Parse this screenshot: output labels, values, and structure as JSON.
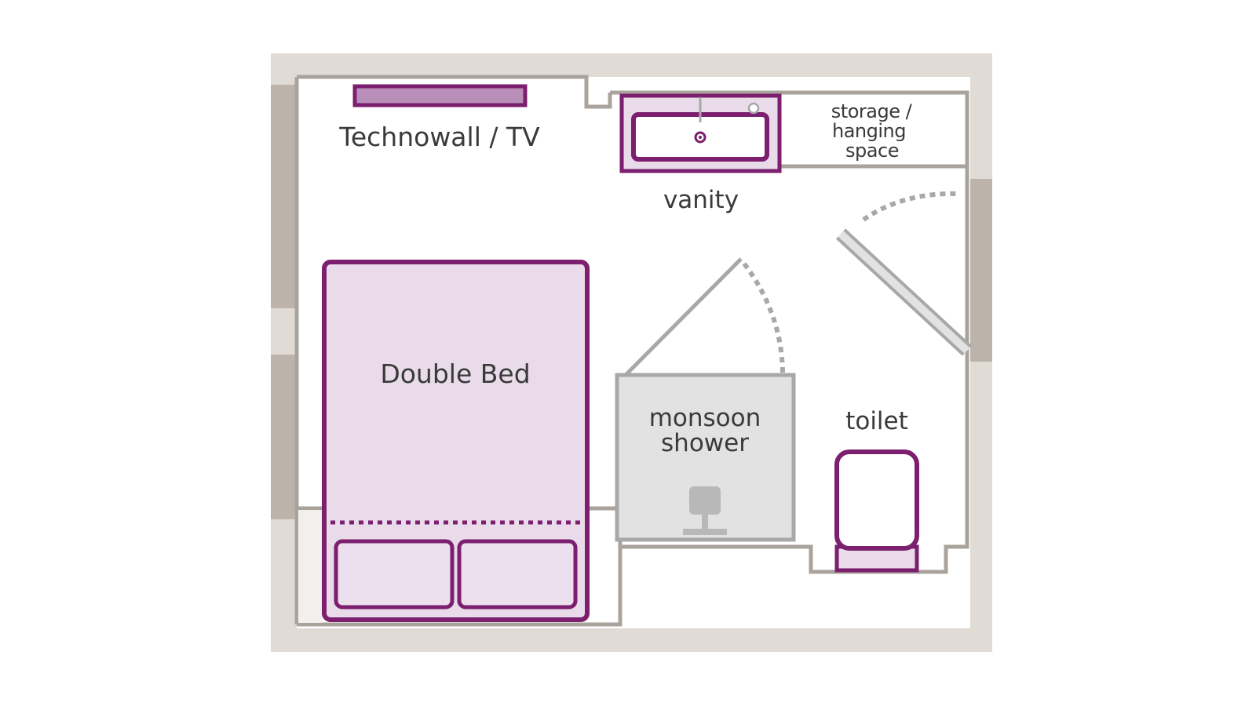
{
  "floorplan": {
    "labels": {
      "technowall": "Technowall / TV",
      "vanity": "vanity",
      "storage_line1": "storage /",
      "storage_line2": "hanging",
      "storage_line3": "space",
      "double_bed": "Double Bed",
      "shower_line1": "monsoon",
      "shower_line2": "shower",
      "toilet": "toilet"
    },
    "colors": {
      "outer_wall": "#e0dbd5",
      "wall_accent": "#bcb3aa",
      "inner_wall_stroke": "#aaa39c",
      "furniture_stroke": "#7b1f6e",
      "furniture_fill": "#e9dbea",
      "shower_fill": "#e2e2e2",
      "door_grey": "#a8a8a8",
      "text": "#3a3a3a"
    }
  }
}
